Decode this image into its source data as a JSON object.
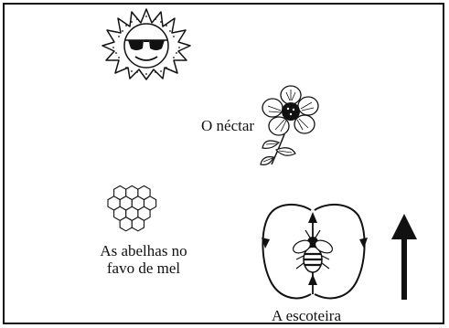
{
  "labels": {
    "nectar": "O néctar",
    "hive": "As abelhas no favo de mel",
    "scout": "A escoteira"
  },
  "icons": {
    "sun": "sun-with-sunglasses-icon",
    "flower": "flower-icon",
    "honeycomb": "honeycomb-icon",
    "bee": "bee-icon",
    "direction_arrow": "up-arrow-icon"
  },
  "colors": {
    "ink": "#111111",
    "background": "#ffffff"
  }
}
